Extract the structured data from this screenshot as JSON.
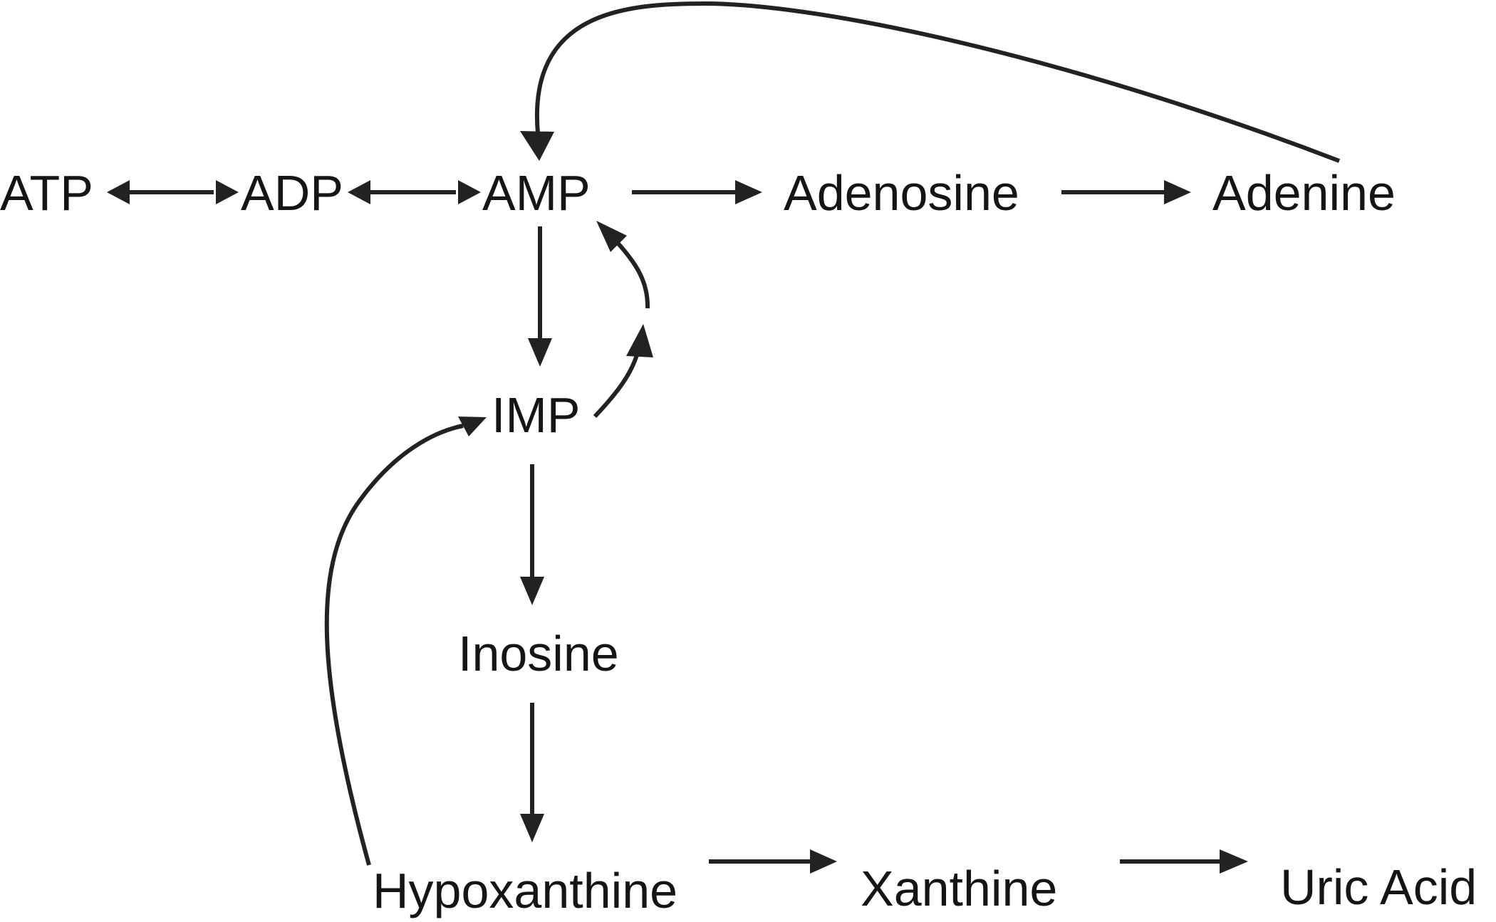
{
  "diagram": {
    "type": "metabolic-pathway",
    "colors": {
      "text": "#151515",
      "line": "#222222",
      "background": "#ffffff"
    },
    "nodes": [
      {
        "id": "atp",
        "label": "ATP"
      },
      {
        "id": "adp",
        "label": "ADP"
      },
      {
        "id": "amp",
        "label": "AMP"
      },
      {
        "id": "adenosine",
        "label": "Adenosine"
      },
      {
        "id": "adenine",
        "label": "Adenine"
      },
      {
        "id": "imp",
        "label": "IMP"
      },
      {
        "id": "inosine",
        "label": "Inosine"
      },
      {
        "id": "hypoxanthine",
        "label": "Hypoxanthine"
      },
      {
        "id": "xanthine",
        "label": "Xanthine"
      },
      {
        "id": "uric_acid",
        "label": "Uric Acid"
      }
    ],
    "edges": [
      {
        "from": "atp",
        "to": "adp",
        "bidirectional": true
      },
      {
        "from": "adp",
        "to": "amp",
        "bidirectional": true
      },
      {
        "from": "amp",
        "to": "adenosine",
        "bidirectional": false
      },
      {
        "from": "adenosine",
        "to": "adenine",
        "bidirectional": false
      },
      {
        "from": "adenine",
        "to": "amp",
        "bidirectional": false
      },
      {
        "from": "amp",
        "to": "imp",
        "bidirectional": false
      },
      {
        "from": "imp",
        "to": "amp",
        "bidirectional": false
      },
      {
        "from": "imp",
        "to": "inosine",
        "bidirectional": false
      },
      {
        "from": "inosine",
        "to": "hypoxanthine",
        "bidirectional": false
      },
      {
        "from": "hypoxanthine",
        "to": "imp",
        "bidirectional": false
      },
      {
        "from": "hypoxanthine",
        "to": "xanthine",
        "bidirectional": false
      },
      {
        "from": "xanthine",
        "to": "uric_acid",
        "bidirectional": false
      }
    ]
  }
}
